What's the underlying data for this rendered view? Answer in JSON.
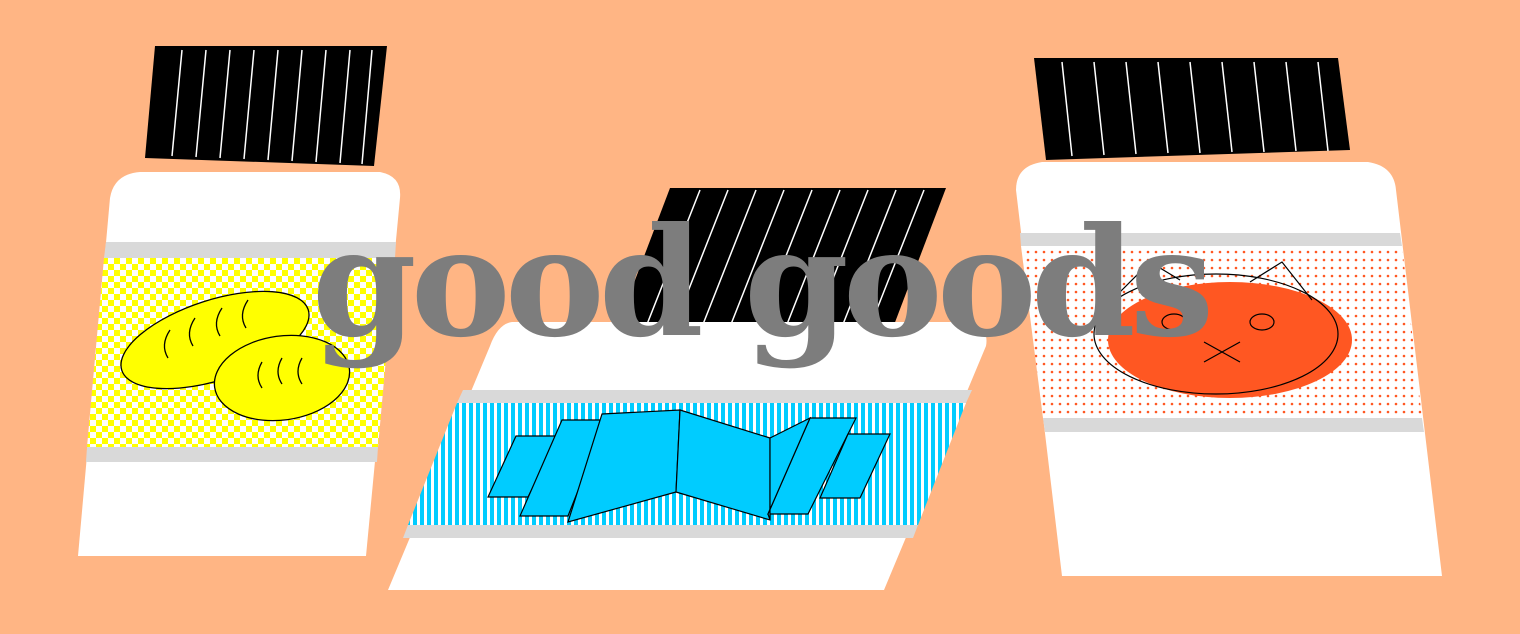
{
  "title": "good goods",
  "colors": {
    "background": "#FFB584",
    "lid": "#000000",
    "jar_body": "#FFFFFF",
    "label_band": "#D9D9D9",
    "bread_label": "#FFFF00",
    "candy_label": "#00CCFF",
    "cat_label": "#FF5722",
    "title_text": "#7D7D7D"
  },
  "jars": [
    {
      "name": "bread-jar",
      "icon": "bread-loaves-icon",
      "pattern": "yellow-checker"
    },
    {
      "name": "candy-jar",
      "icon": "candy-wrapper-icon",
      "pattern": "blue-stripes"
    },
    {
      "name": "cat-jar",
      "icon": "cat-face-icon",
      "pattern": "orange-dots"
    }
  ]
}
